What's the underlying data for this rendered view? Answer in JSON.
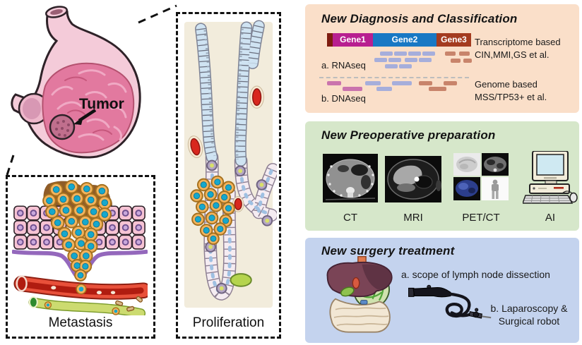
{
  "figure": {
    "stomach": {
      "tumor_label": "Tumor"
    },
    "metastasis": {
      "label": "Metastasis"
    },
    "proliferation": {
      "label": "Proliferation"
    }
  },
  "panels": {
    "diagnosis": {
      "title": "New Diagnosis and Classification",
      "gene_labels": [
        "Gene1",
        "Gene2",
        "Gene3"
      ],
      "rnaseq_label": "a. RNAseq",
      "dnaseq_label": "b. DNAseq",
      "transcriptome_line1": "Transcriptome based",
      "transcriptome_line2": "CIN,MMI,GS et al.",
      "genome_line1": "Genome based",
      "genome_line2": "MSS/TP53+ et al.",
      "colors": {
        "gene1": "#b81f90",
        "gene2": "#1878c4",
        "gene3": "#a43b1f",
        "background": "#fadfc9"
      }
    },
    "preoperative": {
      "title": "New Preoperative preparation",
      "modality_labels": [
        "CT",
        "MRI",
        "PET/CT",
        "AI"
      ],
      "colors": {
        "background": "#d6e7ca"
      }
    },
    "surgery": {
      "title": "New surgery treatment",
      "item_a": "a. scope of lymph node dissection",
      "item_b_line1": "b. Laparoscopy &",
      "item_b_line2": "Surgical robot",
      "colors": {
        "background": "#c4d3ee"
      }
    }
  }
}
